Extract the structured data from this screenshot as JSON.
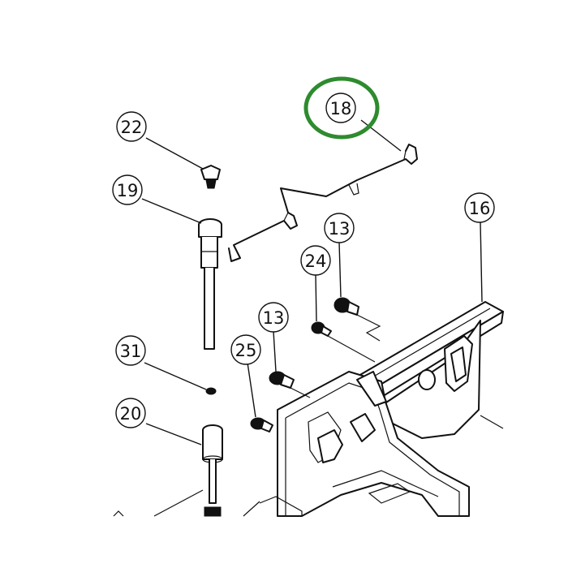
{
  "labels": {
    "p18": "18",
    "p22": "22",
    "p19": "19",
    "p16": "16",
    "p13a": "13",
    "p24": "24",
    "p13b": "13",
    "p25": "25",
    "p31": "31",
    "p20": "20"
  },
  "colors": {
    "highlight": "#2e8b2e",
    "ink": "#111111"
  },
  "highlighted_part": "18"
}
